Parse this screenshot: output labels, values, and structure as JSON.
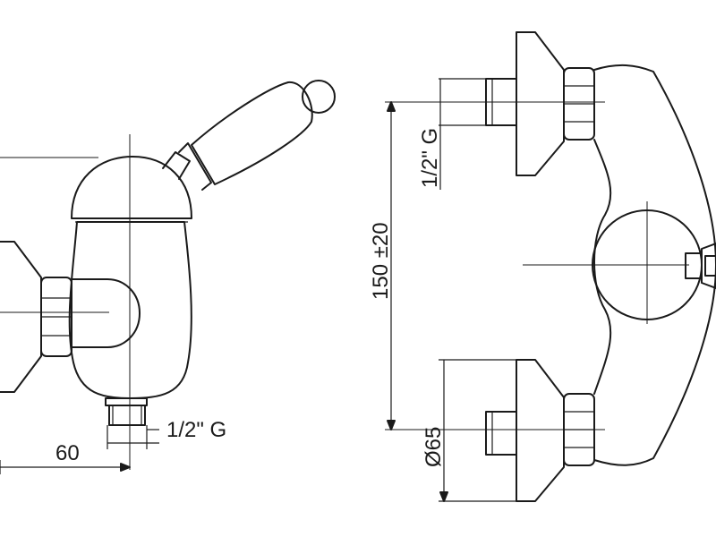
{
  "diagram": {
    "side_view": {
      "thread_label": "1/2\" G",
      "width_label": "60"
    },
    "front_view": {
      "thread_label_top": "1/2\" G",
      "spacing_label": "150 ±20",
      "flange_diameter_label": "Ø65"
    },
    "colors": {
      "line": "#1a1a1a",
      "background": "#ffffff"
    }
  }
}
